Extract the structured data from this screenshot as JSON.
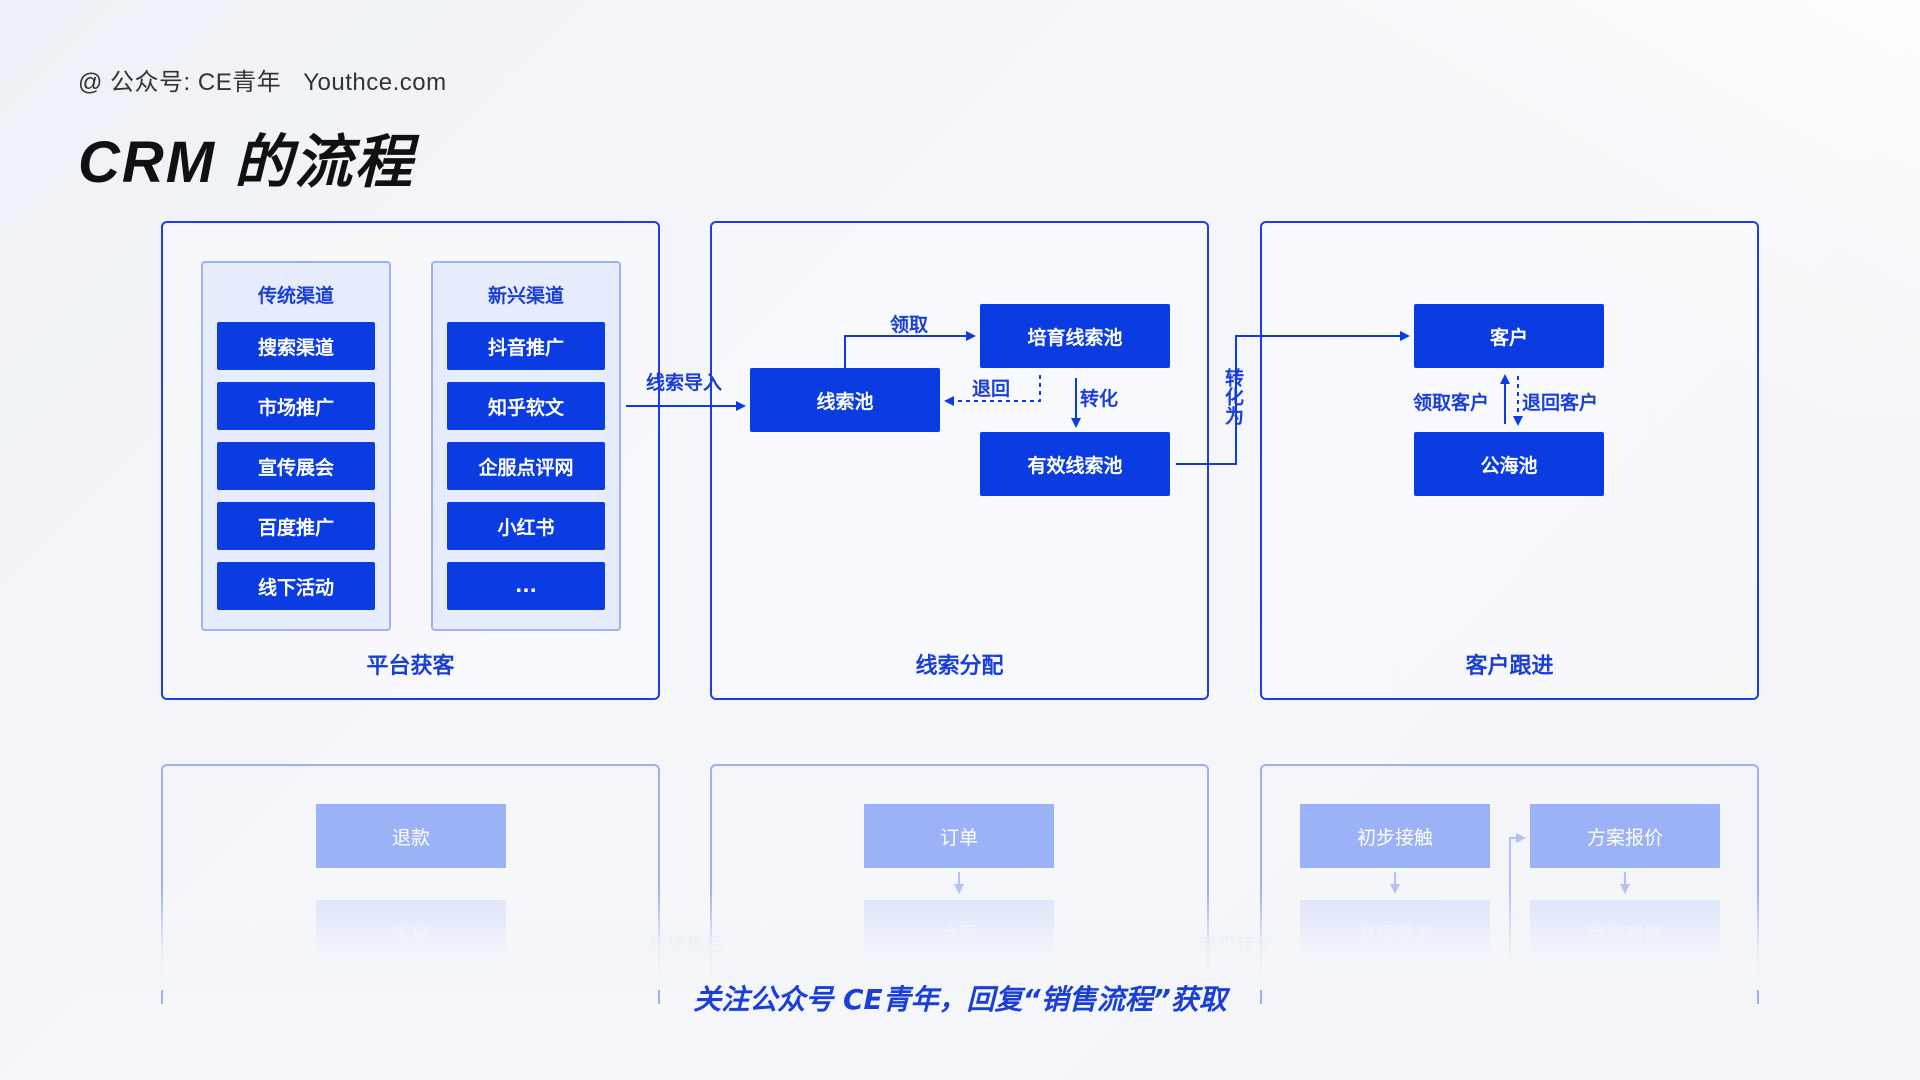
{
  "header": {
    "brand": "@ 公众号: CE青年",
    "site": "Youthce.com",
    "title": "CRM 的流程"
  },
  "platform": {
    "caption": "平台获客",
    "traditional": {
      "title": "传统渠道",
      "items": [
        "搜索渠道",
        "市场推广",
        "宣传展会",
        "百度推广",
        "线下活动"
      ]
    },
    "emerging": {
      "title": "新兴渠道",
      "items": [
        "抖音推广",
        "知乎软文",
        "企服点评网",
        "小红书",
        "..."
      ]
    }
  },
  "import_label": "线索导入",
  "leads": {
    "caption": "线索分配",
    "pool": "线索池",
    "nurture_pool": "培育线索池",
    "valid_pool": "有效线索池",
    "claim_label": "领取",
    "return_label": "退回",
    "convert_label": "转化"
  },
  "convert_to_label": "转化为",
  "customer": {
    "caption": "客户跟进",
    "customer": "客户",
    "public_pool": "公海池",
    "claim_customer_label": "领取客户",
    "return_customer_label": "退回客户"
  },
  "faded": {
    "refund": "退款",
    "implement": "实施",
    "after_sales": "后续售后",
    "order": "订单",
    "contract": "合同",
    "opportunity": "商机转化",
    "first_contact": "初步接触",
    "quote": "方案报价",
    "discover_needs": "发现需求",
    "business_meeting": "商务对接"
  },
  "footer": "关注公众号 CE青年，回复“销售流程”获取",
  "colors": {
    "accent": "#0a3ce2",
    "panel_border": "#1d3fe0",
    "group_bg": "#e6ecfb",
    "faded_box": "#9bb2f6"
  }
}
